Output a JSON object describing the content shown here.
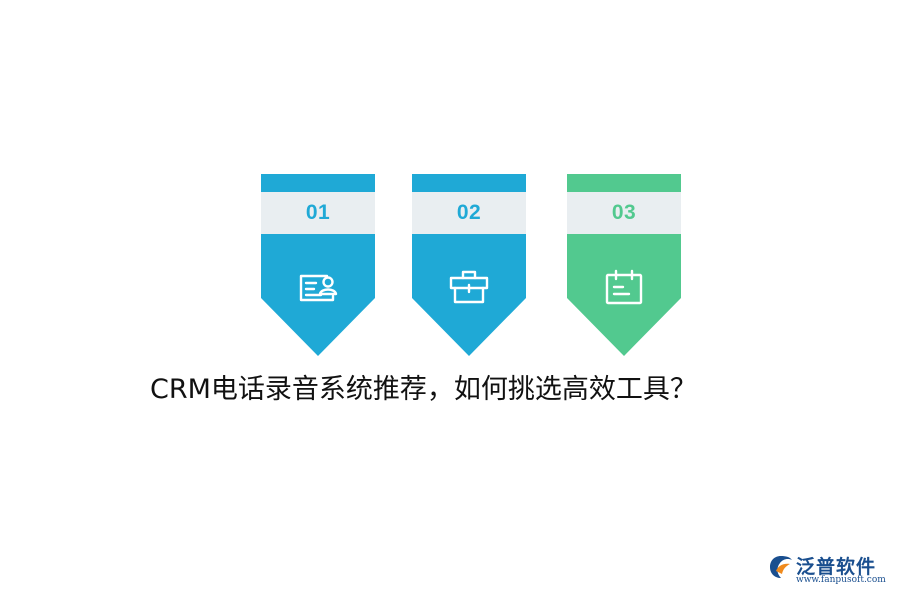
{
  "cards": [
    {
      "number": "01",
      "icon": "contact-card-icon",
      "color": "#1fa9d6",
      "number_color": "#1fa9d6"
    },
    {
      "number": "02",
      "icon": "toolbox-icon",
      "color": "#1fa9d6",
      "number_color": "#1fa9d6"
    },
    {
      "number": "03",
      "icon": "calendar-icon",
      "color": "#52c98f",
      "number_color": "#52c98f"
    }
  ],
  "title": "CRM电话录音系统推荐，如何挑选高效工具？",
  "logo": {
    "name": "泛普软件",
    "url": "www.fanpusoft.com",
    "color": "#1a4f8f"
  }
}
